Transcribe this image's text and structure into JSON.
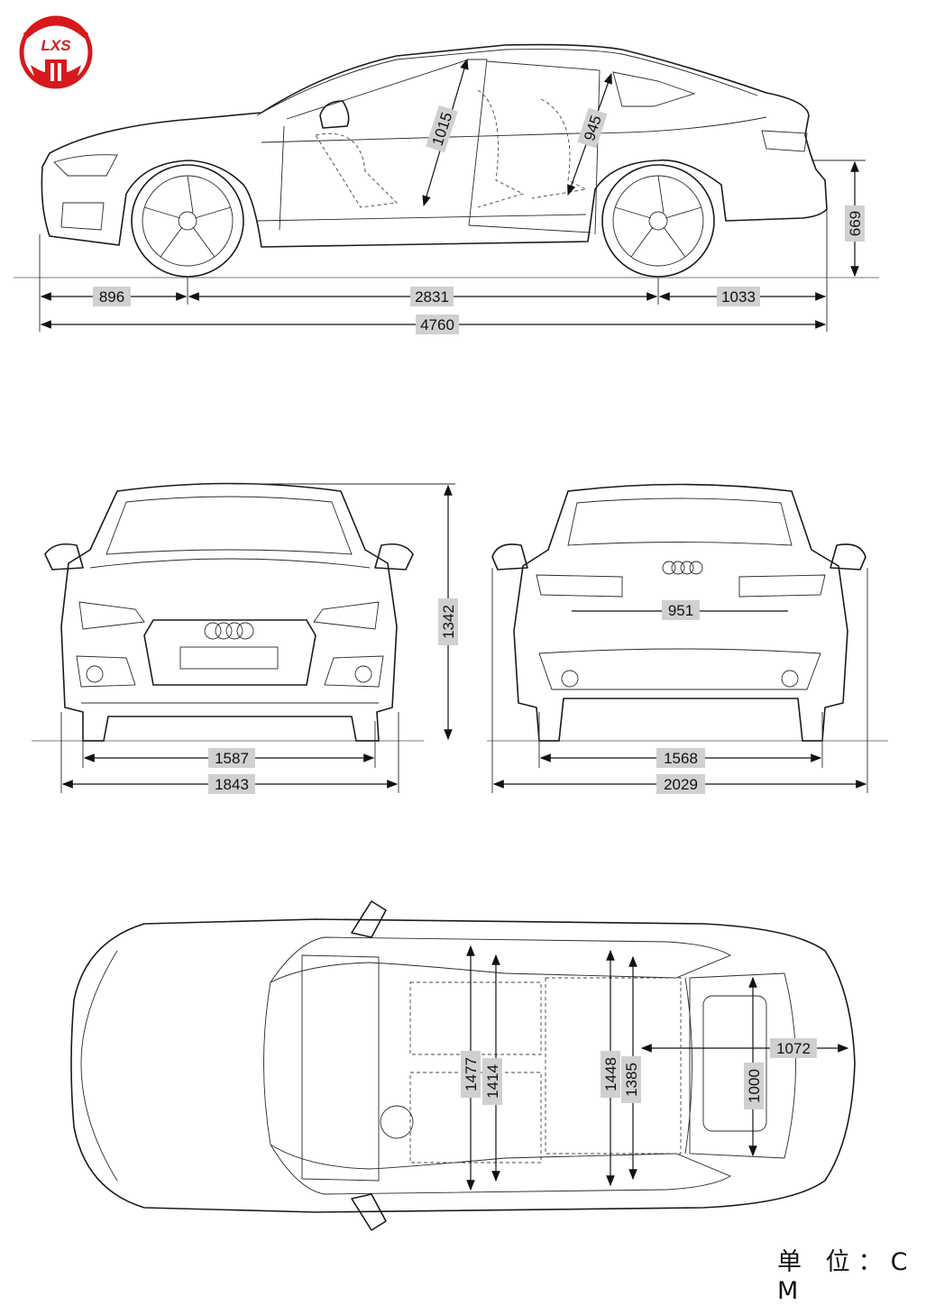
{
  "logo": {
    "text": "LXS",
    "color": "#d7191c"
  },
  "unit_label": "单 位：C M",
  "side_view": {
    "dims": {
      "front_overhang": "896",
      "wheelbase": "2831",
      "rear_overhang": "1033",
      "length": "4760",
      "trunk_height": "669",
      "front_headroom": "1015",
      "rear_headroom": "945"
    }
  },
  "front_view": {
    "dims": {
      "front_track": "1587",
      "width": "1843",
      "height": "1342"
    }
  },
  "rear_view": {
    "dims": {
      "rear_track": "1568",
      "width_mirrors": "2029",
      "trunk_opening": "951"
    }
  },
  "top_view": {
    "dims": {
      "front_shoulder": "1477",
      "front_elbow": "1414",
      "rear_shoulder": "1448",
      "rear_elbow": "1385",
      "trunk_length": "1072",
      "trunk_width": "1000"
    }
  },
  "colors": {
    "line": "#1a1a1a",
    "label_bg": "#d0d0d0",
    "logo": "#d7191c"
  }
}
